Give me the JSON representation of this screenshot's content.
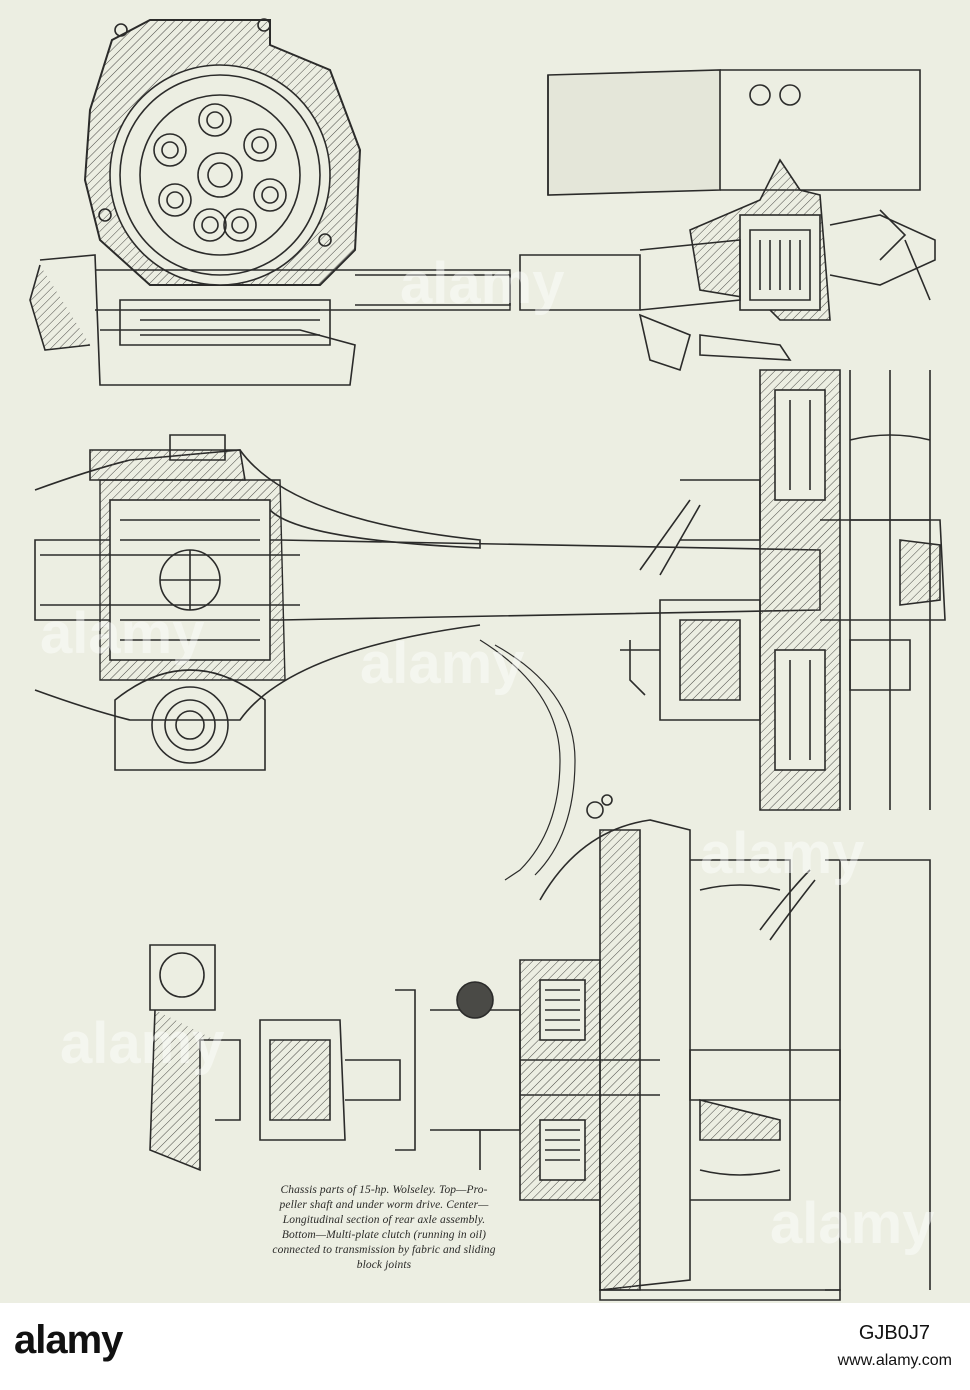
{
  "figure": {
    "caption_lines": [
      "Chassis parts of 15-hp. Wolseley. Top—Pro-",
      "peller shaft and under worm drive. Center—",
      "Longitudinal section of rear axle assembly.",
      "Bottom—Multi-plate clutch (running in oil)",
      "connected to transmission by fabric and sliding",
      "block joints"
    ]
  },
  "stock_banner": {
    "logo_text": "alamy",
    "image_id": "GJB0J7",
    "url": "www.alamy.com"
  },
  "colors": {
    "paper": "#eceee2",
    "ink": "#2b2b2a",
    "banner_bg": "#ffffff"
  }
}
